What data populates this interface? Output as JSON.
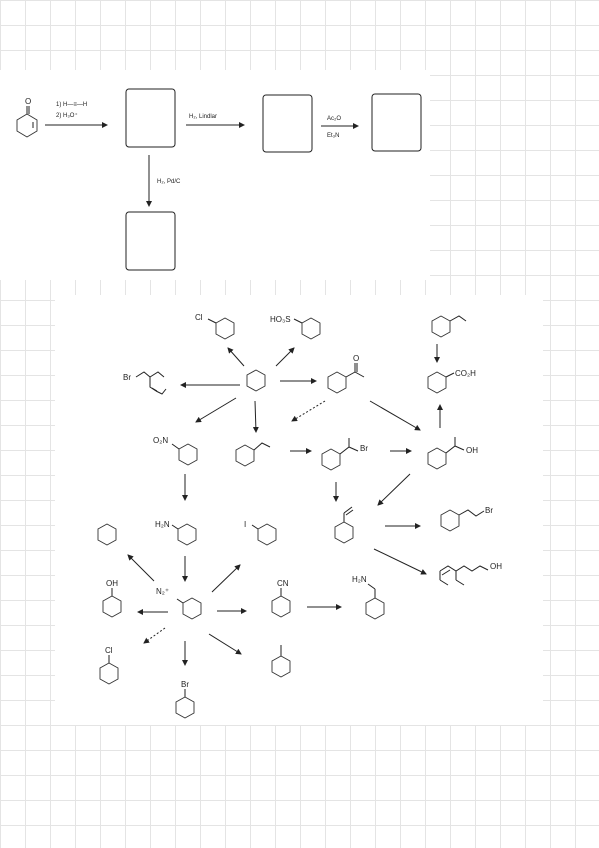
{
  "scheme_top": {
    "reagents_step1": [
      "1) H—≡—H",
      "2) H₃O⁺"
    ],
    "reagent_lindlar": "H₂, Lindlar",
    "reagents_acylation": [
      "Ac₂O",
      "Et₃N"
    ],
    "reagent_hydrogenation": "H₂, Pd/C",
    "carbonyl_o": "O"
  },
  "scheme_bottom": {
    "chlorobenzene_cl": "Cl",
    "sulfonic_acid": "HO₃S",
    "bromo_chain": "Br",
    "acetophenone_o": "O",
    "benzoic_acid": "CO₂H",
    "nitro": "O₂N",
    "benzylic_bromide": "Br",
    "alcohol": "OH",
    "aniline": "H₂N",
    "iodobenzene": "I",
    "chain_br": "Br",
    "diazonium": "N₂⁺",
    "nitrile": "CN",
    "benzylamine": "H₂N",
    "phenol": "OH",
    "chain_oh": "OH",
    "chloro": "Cl",
    "bromo": "Br"
  },
  "colors": {
    "ink": "#222222",
    "grid": "#e4e4e4",
    "panel": "#ffffff"
  }
}
